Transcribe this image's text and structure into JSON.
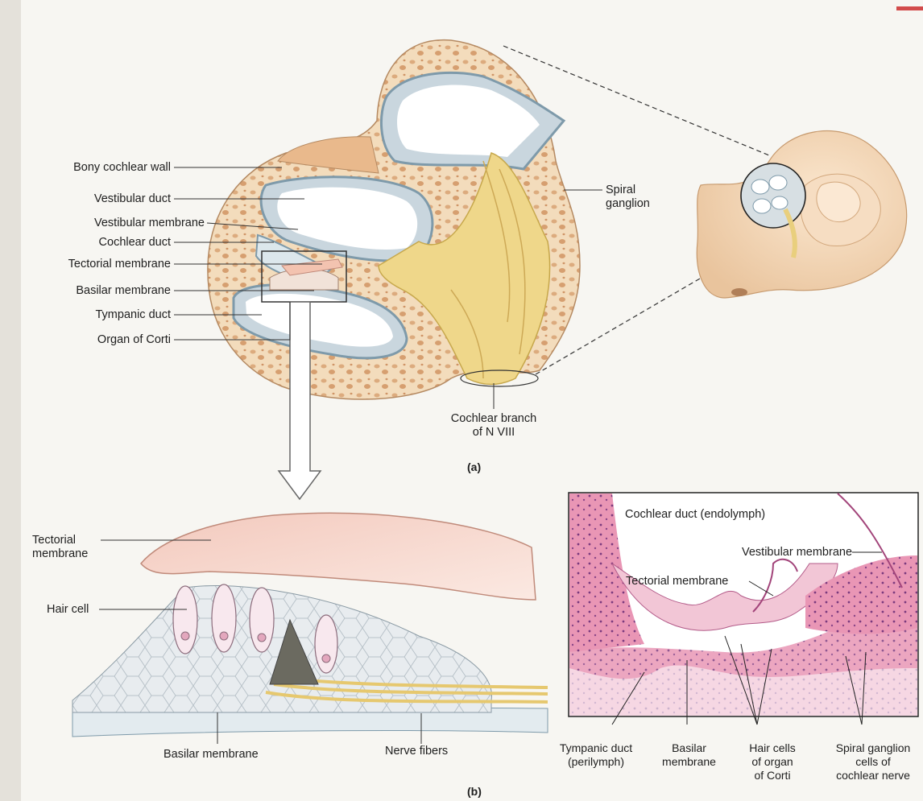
{
  "panel_a": {
    "caption": "(a)",
    "labels": {
      "bony_cochlear_wall": "Bony cochlear wall",
      "vestibular_duct": "Vestibular duct",
      "vestibular_membrane": "Vestibular membrane",
      "cochlear_duct": "Cochlear duct",
      "tectorial_membrane": "Tectorial membrane",
      "basilar_membrane": "Basilar membrane",
      "tympanic_duct": "Tympanic duct",
      "organ_of_corti": "Organ of Corti",
      "spiral_ganglion_1": "Spiral",
      "spiral_ganglion_2": "ganglion",
      "cochlear_branch_1": "Cochlear branch",
      "cochlear_branch_2": "of N VIII"
    }
  },
  "panel_b": {
    "caption": "(b)",
    "labels": {
      "tectorial_1": "Tectorial",
      "tectorial_2": "membrane",
      "hair_cell": "Hair cell",
      "basilar_membrane": "Basilar membrane",
      "nerve_fibers": "Nerve fibers"
    }
  },
  "micrograph": {
    "labels": {
      "cochlear_duct": "Cochlear duct (endolymph)",
      "vestibular_membrane": "Vestibular membrane",
      "tectorial_membrane": "Tectorial membrane",
      "tympanic_1": "Tympanic duct",
      "tympanic_2": "(perilymph)",
      "basilar_1": "Basilar",
      "basilar_2": "membrane",
      "hair_1": "Hair cells",
      "hair_2": "of organ",
      "hair_3": "of Corti",
      "spiral_1": "Spiral ganglion",
      "spiral_2": "cells of",
      "spiral_3": "cochlear nerve"
    }
  },
  "colors": {
    "bone": "#f1d9b8",
    "bone_pore": "#d9a679",
    "duct": "#cfdbe2",
    "nerve": "#efd78a",
    "tissue": "#e58fb0",
    "tectorial": "#f6d9cf"
  }
}
